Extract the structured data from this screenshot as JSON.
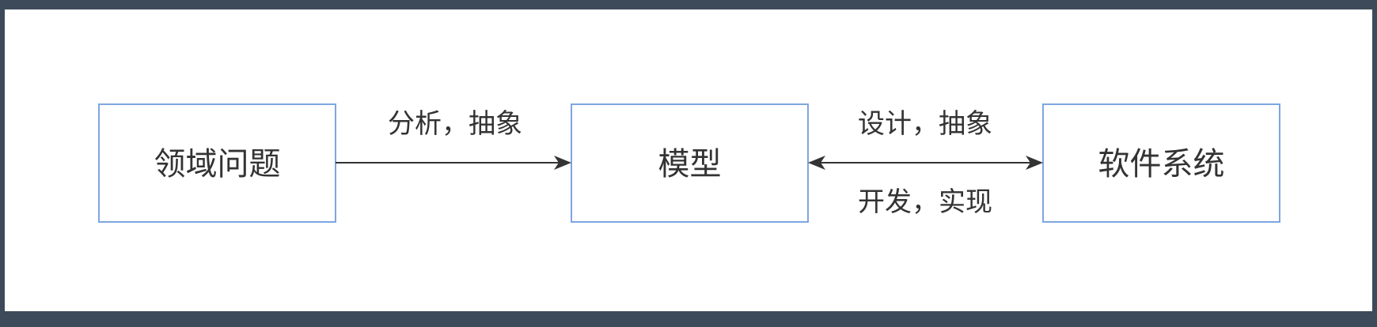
{
  "diagram": {
    "nodes": [
      {
        "id": "domain",
        "label": "领域问题"
      },
      {
        "id": "model",
        "label": "模型"
      },
      {
        "id": "software",
        "label": "软件系统"
      }
    ],
    "edges": [
      {
        "from": "domain",
        "to": "model",
        "direction": "forward",
        "labels": [
          "分析，抽象"
        ]
      },
      {
        "from": "model",
        "to": "software",
        "direction": "both",
        "labels": [
          "设计，抽象",
          "开发，实现"
        ]
      }
    ],
    "colors": {
      "node_border": "#7ea6e0",
      "edge": "#333333",
      "text": "#333333",
      "frame": "#3d4a5a"
    }
  }
}
